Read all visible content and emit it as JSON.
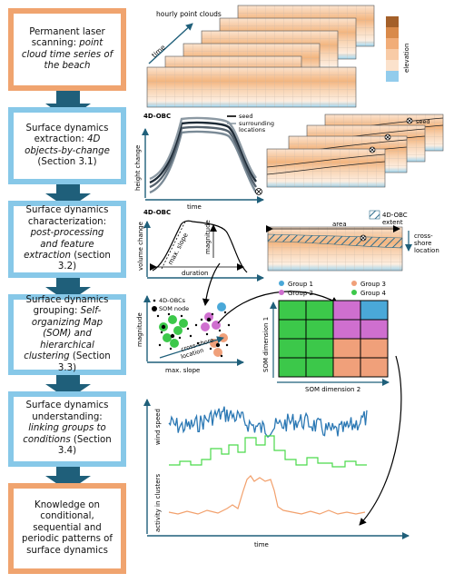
{
  "colors": {
    "orange_border": "#f0a46f",
    "blue_border": "#87c8e8",
    "arrow": "#1f5f7a",
    "group1": "#4aa8d8",
    "group2": "#cf6fcf",
    "group3": "#f0a07a",
    "group4": "#3cc84a",
    "wind": "#2b78b4",
    "activity_green": "#4ad94a",
    "activity_orange": "#f2a06c"
  },
  "workflow": [
    {
      "text": "Permanent laser scanning: ",
      "em": "point cloud time series of the beach",
      "tail": ""
    },
    {
      "text": "Surface dynamics extraction: ",
      "em": "4D objects-by-change",
      "tail": " (Section 3.1)"
    },
    {
      "text": "Surface dynamics characterization: ",
      "em": "post-processing and feature extraction",
      "tail": " (section 3.2)"
    },
    {
      "text": "Surface dynamics grouping: ",
      "em": "Self-organizing Map (SOM) and hierarchical clustering",
      "tail": " (Section 3.3)"
    },
    {
      "text": "Surface dynamics understanding: ",
      "em": "linking groups to conditions",
      "tail": " (Section 3.4)"
    },
    {
      "text": "Knowledge on conditional, sequential and periodic patterns of surface dynamics",
      "em": "",
      "tail": ""
    }
  ],
  "panel1": {
    "title": "hourly point clouds",
    "time": "time",
    "elevation": "elevation"
  },
  "panel2": {
    "title": "4D-OBC",
    "ylabel": "height change",
    "xlabel": "time",
    "legend_seed": "seed",
    "legend_surr_1": "surrounding",
    "legend_surr_2": "locations",
    "seed_label": "seed"
  },
  "panel3": {
    "title": "4D-OBC",
    "ylabel": "volume change",
    "max_slope": "max. slope",
    "magnitude": "magnitude",
    "duration": "duration",
    "area": "area",
    "extent_1": "4D-OBC",
    "extent_2": "extent",
    "cross_1": "cross-",
    "cross_2": "shore",
    "cross_3": "location"
  },
  "panel4": {
    "legend_obc": "4D-OBCs",
    "legend_som": "SOM node",
    "ylabel": "magnitude",
    "xlabel": "max. slope",
    "cross_1": "cross-shore",
    "cross_2": "location",
    "groups": [
      "Group 1",
      "Group 2",
      "Group 3",
      "Group 4"
    ],
    "som_x": "SOM dimension 2",
    "som_y": "SOM dimension 1"
  },
  "panel5": {
    "wind": "wind speed",
    "activity": "activity in clusters",
    "time": "time"
  }
}
